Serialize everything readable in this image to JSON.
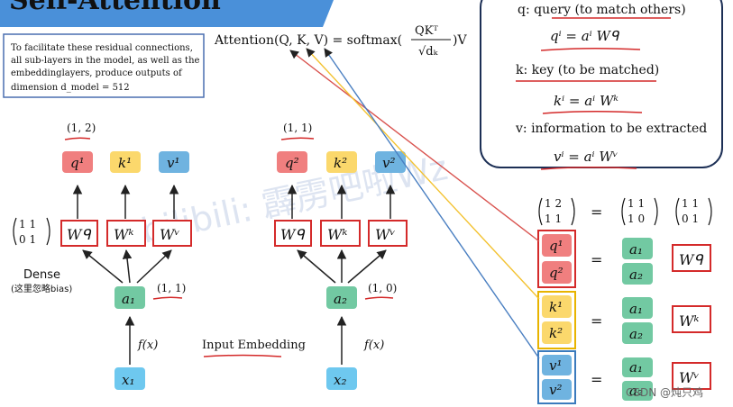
{
  "title": "Self-Attention",
  "note": {
    "lines": [
      "To facilitate these residual connections,",
      "all sub-layers in the model, as well as the",
      "embeddinglayers, produce outputs of",
      "dimension d_model = 512"
    ]
  },
  "formula": {
    "lhs": "Attention(Q, K, V) = softmax(",
    "num": "QKᵀ",
    "den": "√dₖ",
    "rhs": ")V"
  },
  "legend": {
    "q_label": "q: query (to match others)",
    "q_eq": "qⁱ = aⁱ Wᑫ",
    "k_label": "k: key (to be matched)",
    "k_eq": "kⁱ = aⁱ Wᵏ",
    "v_label": "v: information to be extracted",
    "v_eq": "vⁱ = aⁱ Wᵛ"
  },
  "left": {
    "vec_a1": "(1, 2)",
    "q": "q¹",
    "k": "k¹",
    "v": "v¹",
    "wq": "Wᑫ",
    "wk": "Wᵏ",
    "wv": "Wᵛ",
    "matrix": [
      "1  1",
      "0  1"
    ],
    "dense": "Dense",
    "dense_note": "(这里忽略bias)",
    "a": "a₁",
    "a_vec": "(1, 1)",
    "f": "f(x)",
    "x": "x₁"
  },
  "right": {
    "vec_a2": "(1, 1)",
    "q": "q²",
    "k": "k²",
    "v": "v²",
    "wq": "Wᑫ",
    "wk": "Wᵏ",
    "wv": "Wᵛ",
    "a": "a₂",
    "a_vec": "(1, 0)",
    "f": "f(x)",
    "x": "x₂"
  },
  "input_embedding": "Input Embedding",
  "matrix_eq": {
    "m1": [
      "1  2",
      "1  1"
    ],
    "eq": "=",
    "m2": [
      "1  1",
      "1  0"
    ],
    "m3": [
      "1  1",
      "0  1"
    ]
  },
  "stacks": {
    "q": [
      "q¹",
      "q²"
    ],
    "k": [
      "k¹",
      "k²"
    ],
    "v": [
      "v¹",
      "v²"
    ],
    "a": [
      "a₁",
      "a₂"
    ],
    "eq": "=",
    "wq": "Wᑫ",
    "wk": "Wᵏ",
    "wv": "Wᵛ"
  },
  "watermark": "bilibili: 霹雳吧啦Wz",
  "csdn": "CSDN @炖只鸡",
  "colors": {
    "q": "#f07f7f",
    "k": "#fbd86c",
    "v": "#6fb3e0",
    "a": "#72c9a2",
    "x": "#6ec8ef",
    "red": "#d42a2a",
    "title_bar": "#4a90d9"
  }
}
